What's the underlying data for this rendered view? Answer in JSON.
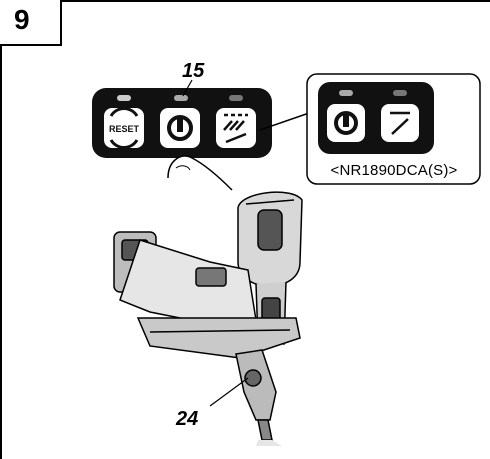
{
  "figure": {
    "number": "9"
  },
  "callouts": {
    "switch_label": "15",
    "tool_label": "24"
  },
  "inset": {
    "model": "<NR1890DCA(S)>"
  },
  "panel": {
    "reset_text": "RESET"
  },
  "icons": {
    "main": [
      "reset-icon",
      "power-icon",
      "mode-select-icon"
    ],
    "inset": [
      "power-icon",
      "single-mode-icon"
    ]
  },
  "colors": {
    "panel": "#111111",
    "led": "#9a9a9a",
    "line": "#000000"
  }
}
